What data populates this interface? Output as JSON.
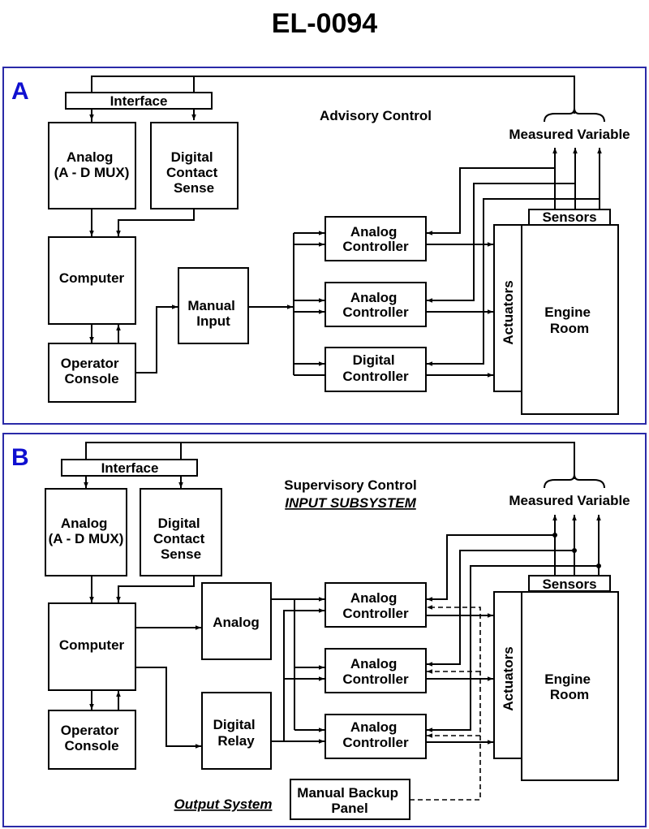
{
  "title": "EL-0094",
  "colors": {
    "panel_border": "#2a2aa8",
    "panel_letter": "#1010d0",
    "line": "#000000"
  },
  "panels": [
    {
      "letter": "A",
      "heading": "Advisory Control",
      "interface": "Interface",
      "analog_mux": [
        "Analog",
        "(A - D MUX)"
      ],
      "digital_contact": [
        "Digital",
        "Contact",
        "Sense"
      ],
      "computer": "Computer",
      "operator_console": [
        "Operator",
        "Console"
      ],
      "manual_input": [
        "Manual",
        "Input"
      ],
      "controllers": [
        [
          "Analog",
          "Controller"
        ],
        [
          "Analog",
          "Controller"
        ],
        [
          "Digital",
          "Controller"
        ]
      ],
      "measured_variable": "Measured Variable",
      "sensors": "Sensors",
      "actuators": "Actuators",
      "engine_room": [
        "Engine",
        "Room"
      ]
    },
    {
      "letter": "B",
      "heading": "Supervisory Control",
      "subheading": "INPUT SUBSYSTEM",
      "interface": "Interface",
      "analog_mux": [
        "Analog",
        "(A - D MUX)"
      ],
      "digital_contact": [
        "Digital",
        "Contact",
        "Sense"
      ],
      "computer": "Computer",
      "operator_console": [
        "Operator",
        "Console"
      ],
      "analog_out": "Analog",
      "digital_relay": [
        "Digital",
        "Relay"
      ],
      "controllers": [
        [
          "Analog",
          "Controller"
        ],
        [
          "Analog",
          "Controller"
        ],
        [
          "Analog",
          "Controller"
        ]
      ],
      "measured_variable": "Measured Variable",
      "sensors": "Sensors",
      "actuators": "Actuators",
      "engine_room": [
        "Engine",
        "Room"
      ],
      "output_system": "Output System",
      "manual_backup": [
        "Manual Backup",
        "Panel"
      ]
    }
  ]
}
